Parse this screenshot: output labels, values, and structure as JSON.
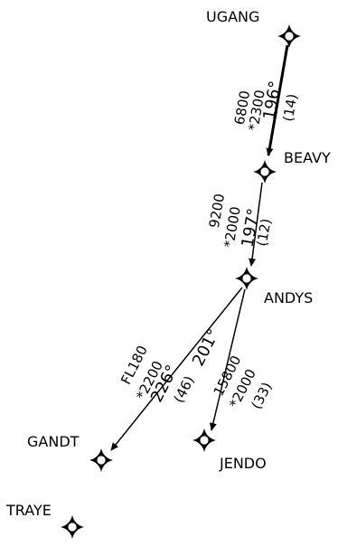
{
  "waypoints": {
    "ugang": "UGANG",
    "beavy": "BEAVY",
    "andys": "ANDYS",
    "gandt": "GANDT",
    "jendo": "JENDO",
    "traye": "TRAYE"
  },
  "legs": {
    "ugang_beavy": {
      "mea": "6800",
      "moca": "*2300",
      "course": "196°",
      "distance": "(14)"
    },
    "beavy_andys": {
      "mea": "9200",
      "moca": "*2000",
      "course": "197°",
      "distance": "(12)"
    },
    "andys_gandt": {
      "mea": "FL180",
      "moca": "*2200",
      "course": "226°",
      "distance": "(46)"
    },
    "andys_jendo": {
      "course": "201°",
      "mea": "15800",
      "moca": "*2000",
      "distance": "(33)"
    }
  },
  "colors": {
    "ink": "#000000",
    "background": "#ffffff"
  },
  "symbols": {
    "waypoint": "four-point-star-waypoint-icon"
  }
}
